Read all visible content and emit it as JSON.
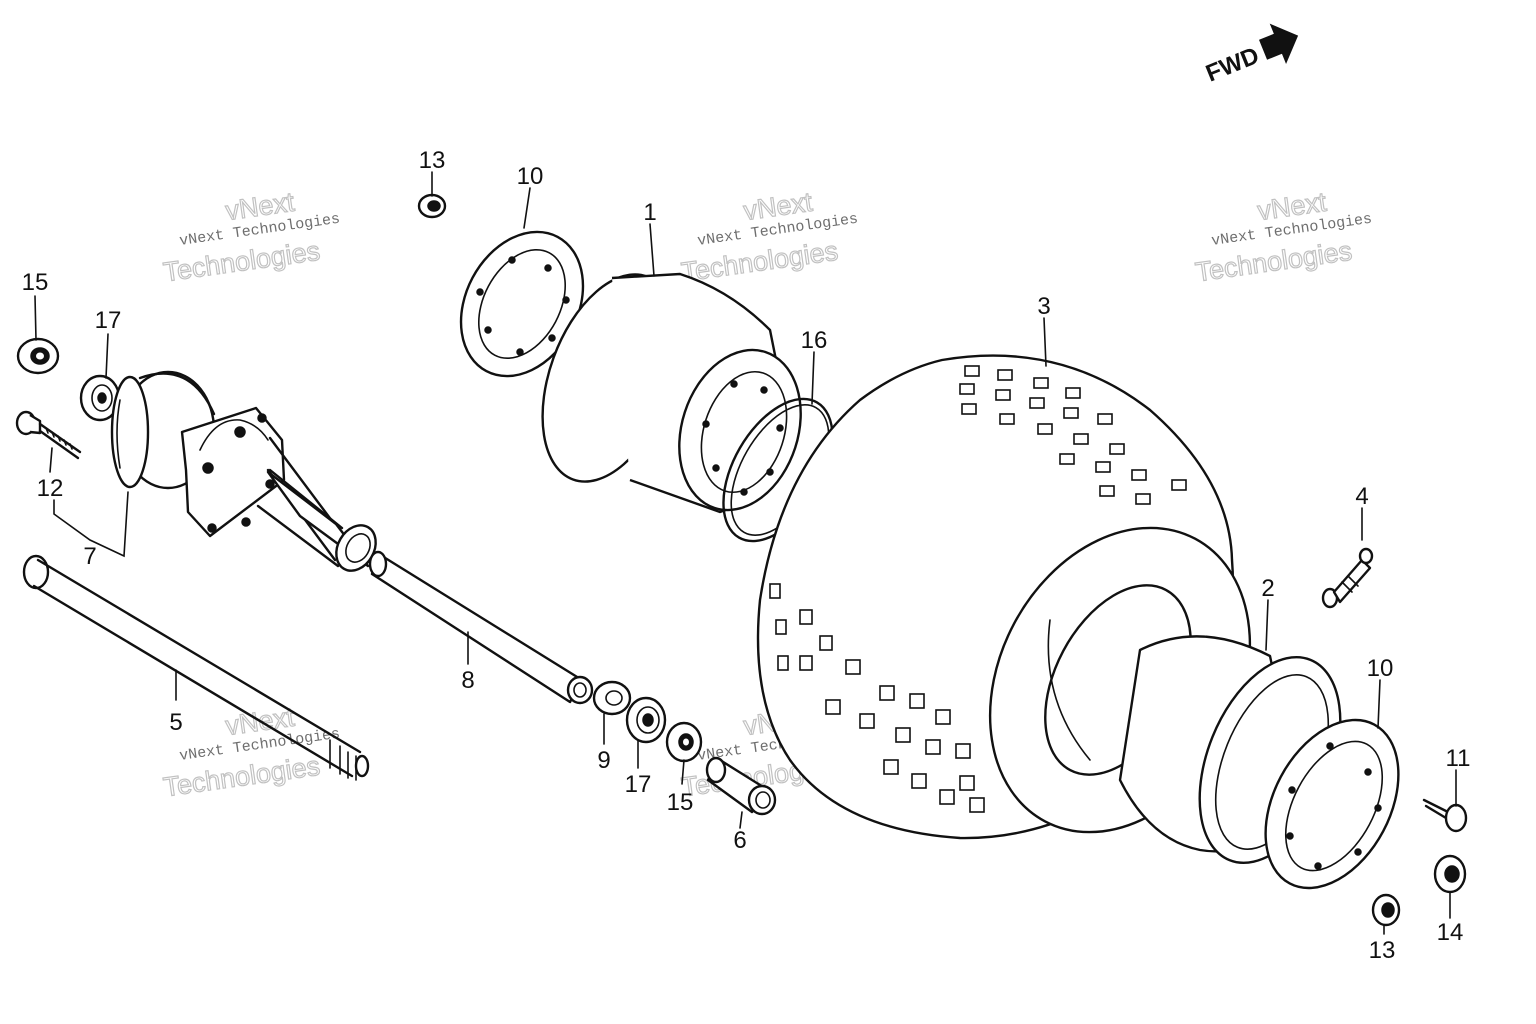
{
  "direction_indicator": {
    "text": "FWD"
  },
  "callouts": [
    {
      "id": "c-1",
      "number": "1"
    },
    {
      "id": "c-2",
      "number": "2"
    },
    {
      "id": "c-3",
      "number": "3"
    },
    {
      "id": "c-4",
      "number": "4"
    },
    {
      "id": "c-5",
      "number": "5"
    },
    {
      "id": "c-6",
      "number": "6"
    },
    {
      "id": "c-7",
      "number": "7"
    },
    {
      "id": "c-8",
      "number": "8"
    },
    {
      "id": "c-9",
      "number": "9"
    },
    {
      "id": "c-10a",
      "number": "10"
    },
    {
      "id": "c-10b",
      "number": "10"
    },
    {
      "id": "c-11",
      "number": "11"
    },
    {
      "id": "c-12",
      "number": "12"
    },
    {
      "id": "c-13a",
      "number": "13"
    },
    {
      "id": "c-13b",
      "number": "13"
    },
    {
      "id": "c-14",
      "number": "14"
    },
    {
      "id": "c-15a",
      "number": "15"
    },
    {
      "id": "c-15b",
      "number": "15"
    },
    {
      "id": "c-16",
      "number": "16"
    },
    {
      "id": "c-17a",
      "number": "17"
    },
    {
      "id": "c-17b",
      "number": "17"
    }
  ],
  "watermark": {
    "line_small": "vNext Technologies",
    "line_outline_1": "vNext",
    "line_outline_2": "Technologies"
  }
}
